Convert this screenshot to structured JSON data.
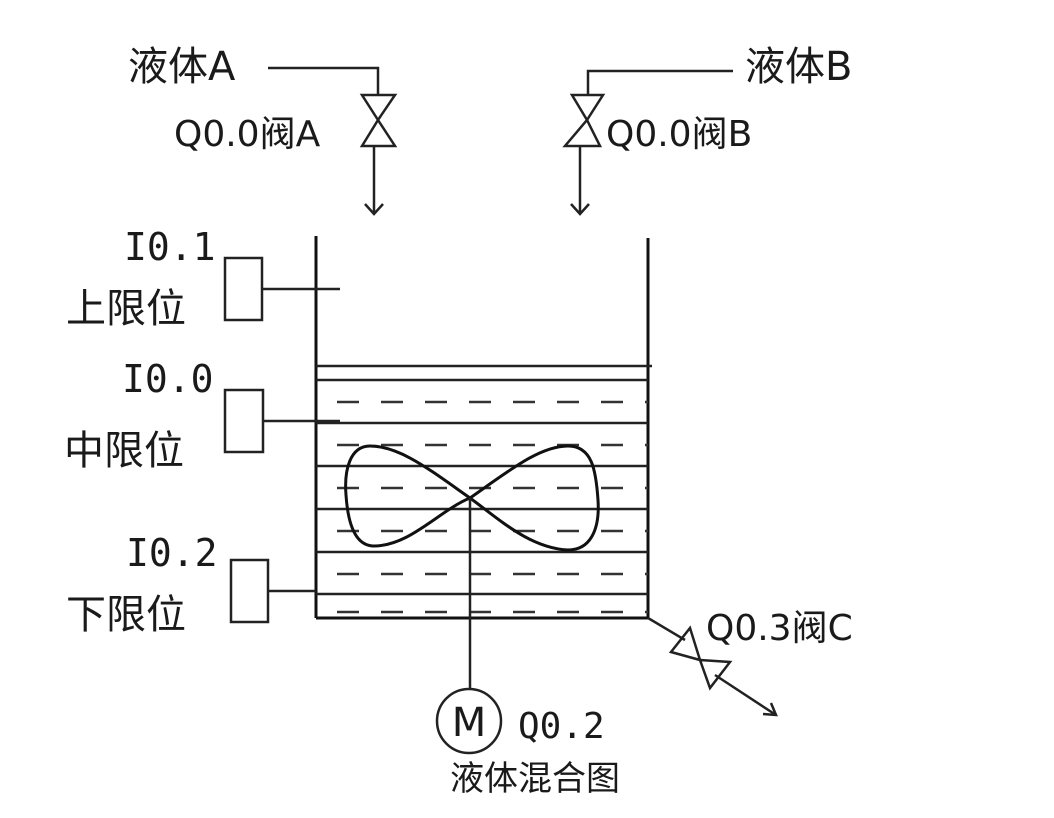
{
  "diagram": {
    "title": "液体混合图",
    "inlets": [
      {
        "liquid_label": "液体A",
        "valve_label": "Q0.0阀A"
      },
      {
        "liquid_label": "液体B",
        "valve_label": "Q0.0阀B"
      }
    ],
    "sensors": [
      {
        "address": "I0.1",
        "name": "上限位"
      },
      {
        "address": "I0.0",
        "name": "中限位"
      },
      {
        "address": "I0.2",
        "name": "下限位"
      }
    ],
    "outlet": {
      "valve_label": "Q0.3阀C"
    },
    "motor": {
      "symbol": "M",
      "address": "Q0.2"
    }
  }
}
